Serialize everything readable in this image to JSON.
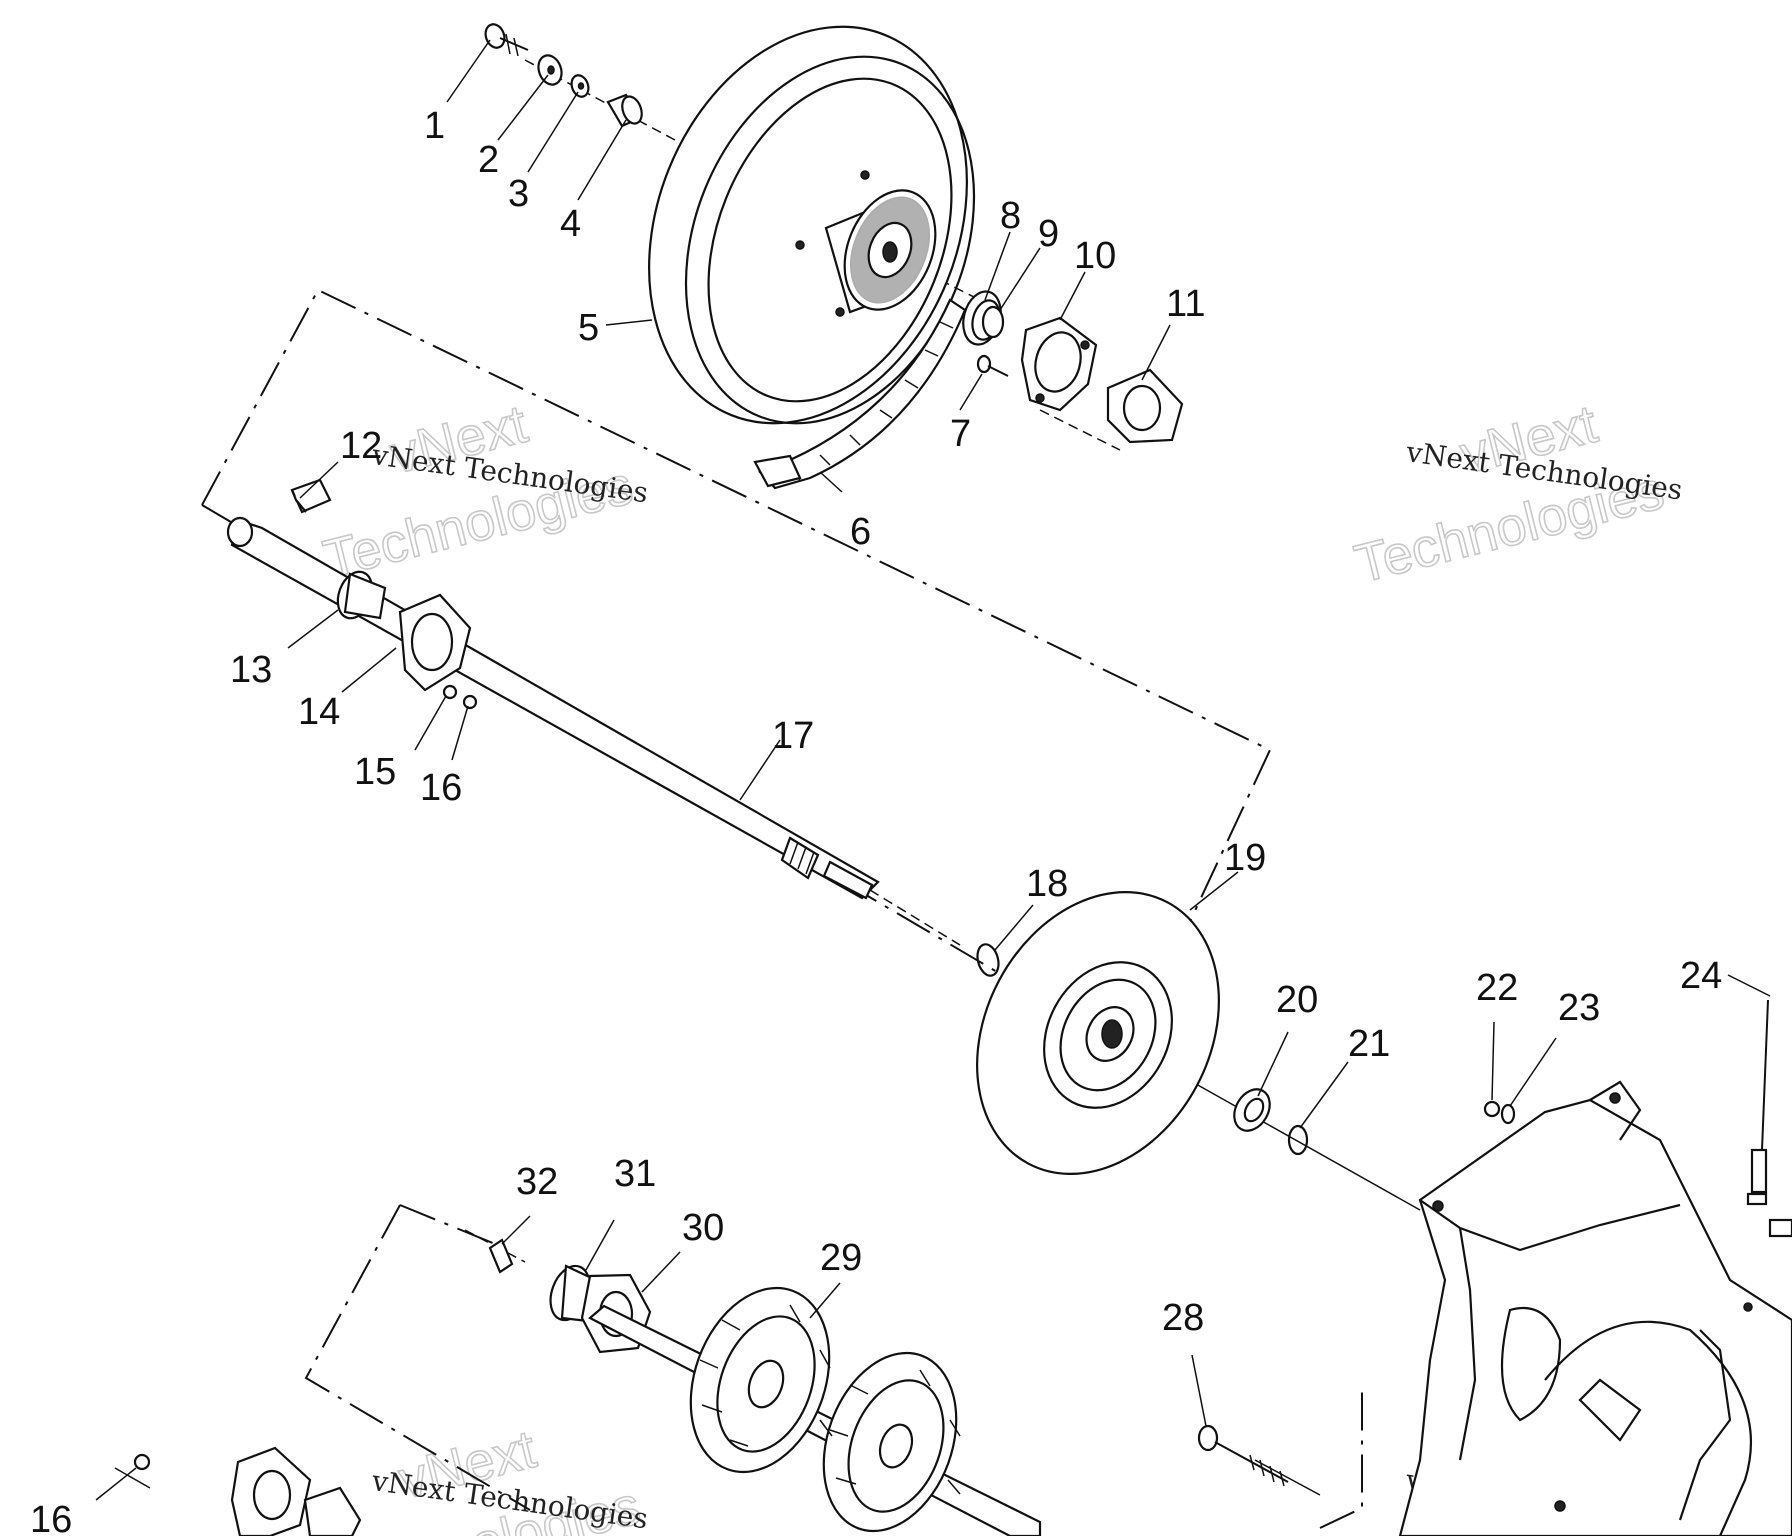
{
  "callouts": [
    {
      "id": "1",
      "label": "1"
    },
    {
      "id": "2",
      "label": "2"
    },
    {
      "id": "3",
      "label": "3"
    },
    {
      "id": "4",
      "label": "4"
    },
    {
      "id": "5",
      "label": "5"
    },
    {
      "id": "6",
      "label": "6"
    },
    {
      "id": "7",
      "label": "7"
    },
    {
      "id": "8",
      "label": "8"
    },
    {
      "id": "9",
      "label": "9"
    },
    {
      "id": "10",
      "label": "10"
    },
    {
      "id": "11",
      "label": "11"
    },
    {
      "id": "12",
      "label": "12"
    },
    {
      "id": "13",
      "label": "13"
    },
    {
      "id": "14",
      "label": "14"
    },
    {
      "id": "15",
      "label": "15"
    },
    {
      "id": "16a",
      "label": "16"
    },
    {
      "id": "17",
      "label": "17"
    },
    {
      "id": "18",
      "label": "18"
    },
    {
      "id": "19",
      "label": "19"
    },
    {
      "id": "20",
      "label": "20"
    },
    {
      "id": "21",
      "label": "21"
    },
    {
      "id": "22",
      "label": "22"
    },
    {
      "id": "23",
      "label": "23"
    },
    {
      "id": "24",
      "label": "24"
    },
    {
      "id": "28",
      "label": "28"
    },
    {
      "id": "29",
      "label": "29"
    },
    {
      "id": "30",
      "label": "30"
    },
    {
      "id": "31",
      "label": "31"
    },
    {
      "id": "32",
      "label": "32"
    },
    {
      "id": "16b",
      "label": "16"
    }
  ],
  "watermarks": {
    "large_top": "vNext",
    "large_bottom": "Technologies",
    "small": "vNext Technologies"
  }
}
